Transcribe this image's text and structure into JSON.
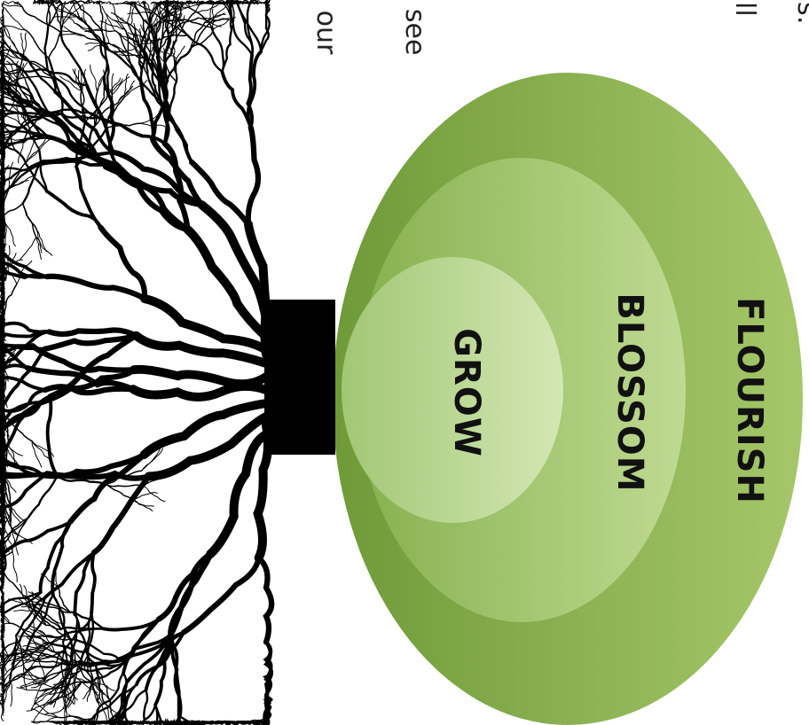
{
  "diagram": {
    "rings": [
      {
        "label": "FLOURISH",
        "color_light": "#a5c76a",
        "color_dark": "#6f9a38"
      },
      {
        "label": "BLOSSOM",
        "color_light": "#bfda92",
        "color_dark": "#86b14f"
      },
      {
        "label": "GROW",
        "color_light": "#d3e7b4",
        "color_dark": "#a2c774"
      }
    ],
    "trunk_color": "#000000",
    "cut_off_text": [
      "s:",
      "ll",
      "l see",
      "; our"
    ]
  }
}
